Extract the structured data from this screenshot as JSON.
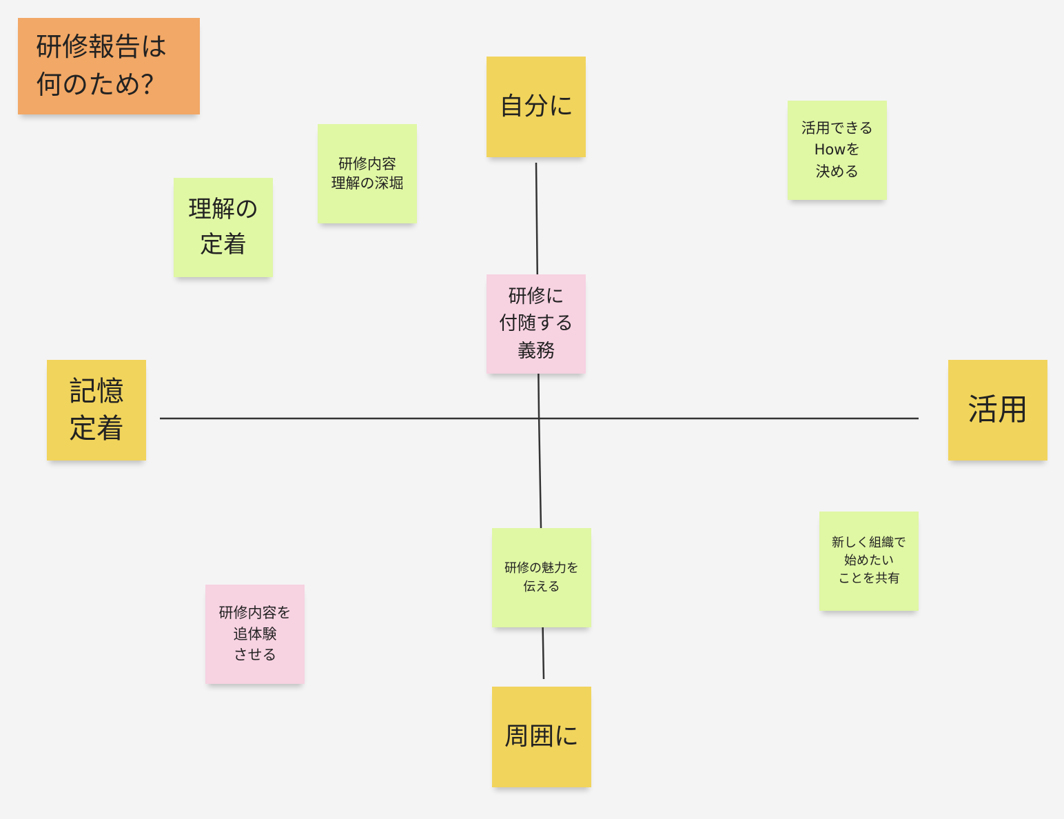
{
  "title_note": {
    "text": "研修報告は\n何のため？",
    "color": "#f2a866"
  },
  "axis_labels": {
    "top": "自分に",
    "bottom": "周囲に",
    "left": "記憶\n定着",
    "right": "活用"
  },
  "notes": [
    {
      "id": "deep-dive",
      "text": "研修内容\n理解の深堀",
      "color": "green"
    },
    {
      "id": "understanding",
      "text": "理解の\n定着",
      "color": "green"
    },
    {
      "id": "how-to-apply",
      "text": "活用できる\nHowを\n決める",
      "color": "green"
    },
    {
      "id": "obligation",
      "text": "研修に\n付随する\n義務",
      "color": "pink"
    },
    {
      "id": "appeal",
      "text": "研修の魅力を\n伝える",
      "color": "green"
    },
    {
      "id": "share-new",
      "text": "新しく組織で\n始めたい\nことを共有",
      "color": "green"
    },
    {
      "id": "re-experience",
      "text": "研修内容を\n追体験\nさせる",
      "color": "pink"
    }
  ],
  "colors": {
    "yellow": "#f1d45c",
    "green": "#e0f7a4",
    "pink": "#f7d2e1",
    "orange": "#f2a866",
    "axis": "#333333"
  }
}
